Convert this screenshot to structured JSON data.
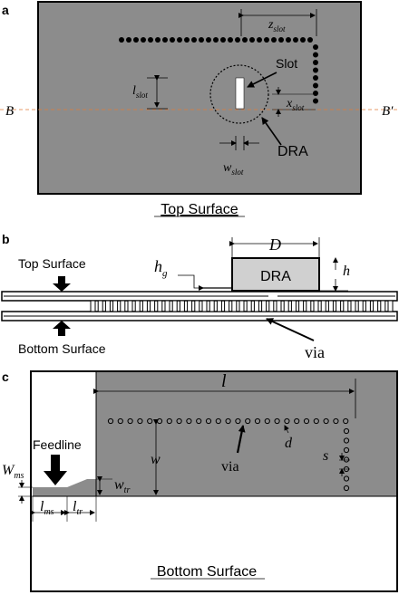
{
  "panel_a": {
    "letter": "a",
    "caption": "Top Surface",
    "label_z_slot": "z",
    "label_z_slot_sub": "slot",
    "label_slot": "Slot",
    "label_l_slot": "l",
    "label_l_slot_sub": "slot",
    "label_x_slot": "x",
    "label_x_slot_sub": "slot",
    "label_B": "B",
    "label_B_prime": "B′",
    "label_dra": "DRA",
    "label_w_slot": "w",
    "label_w_slot_sub": "slot"
  },
  "panel_b": {
    "letter": "b",
    "label_D": "D",
    "label_dra": "DRA",
    "label_h": "h",
    "label_hg": "h",
    "label_hg_sub": "g",
    "label_top_surface": "Top Surface",
    "label_bottom_surface": "Bottom Surface",
    "label_via": "via"
  },
  "panel_c": {
    "letter": "c",
    "label_l": "l",
    "label_w": "w",
    "label_via": "via",
    "label_d": "d",
    "label_s": "s",
    "label_feedline": "Feedline",
    "label_wms": "W",
    "label_wms_sub": "ms",
    "label_wtr": "w",
    "label_wtr_sub": "tr",
    "label_lms": "l",
    "label_lms_sub": "ms",
    "label_ltr": "l",
    "label_ltr_sub": "tr",
    "caption": "Bottom Surface"
  },
  "colors": {
    "substrate": "#8c8c8c",
    "line": "#000000",
    "dashed_axis": "#e07b39",
    "slot": "#ffffff"
  }
}
